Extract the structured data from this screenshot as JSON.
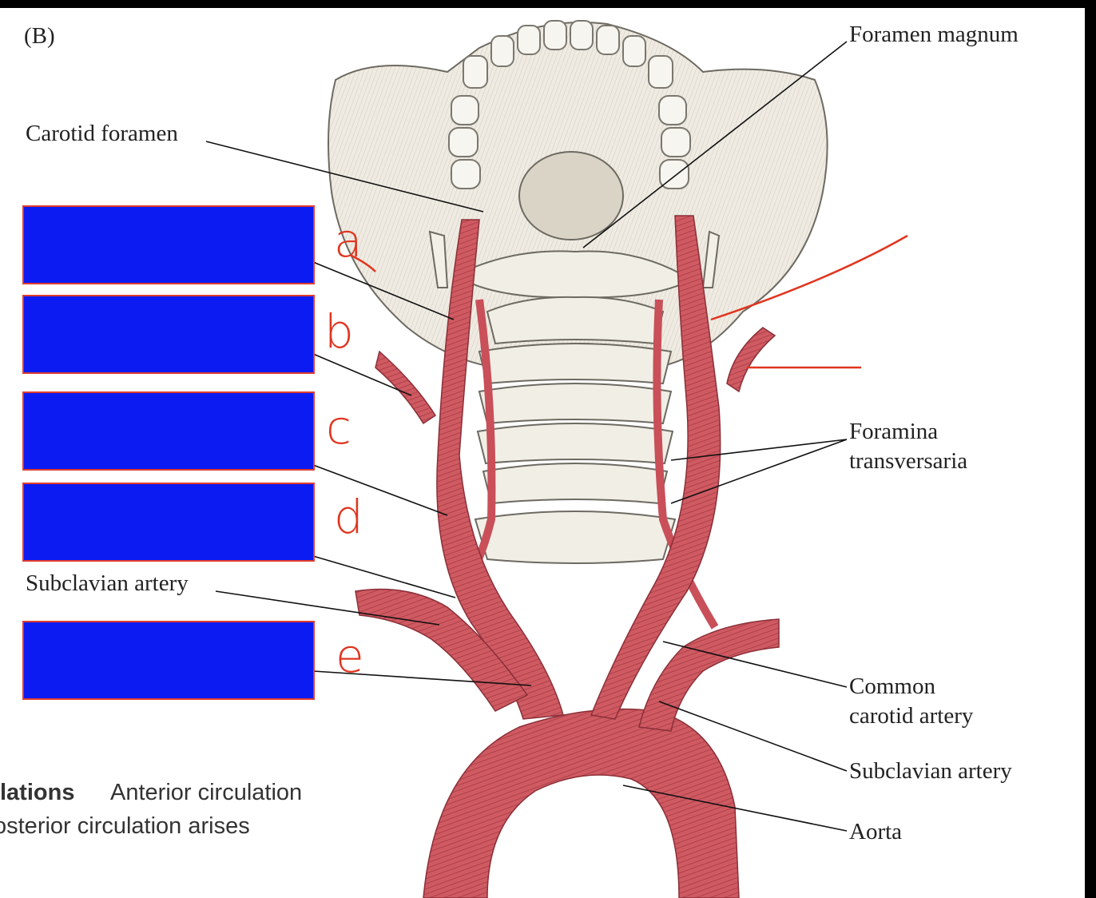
{
  "figure": {
    "panel_label": "(B)",
    "labels": {
      "carotid_foramen": "Carotid foramen",
      "foramen_magnum": "Foramen magnum",
      "foramina_line1": "Foramina",
      "foramina_line2": "transversaria",
      "subclavian_left": "Subclavian artery",
      "common_line1": "Common",
      "common_line2": "carotid artery",
      "subclavian_right": "Subclavian artery",
      "aorta": "Aorta"
    },
    "handwritten": [
      "a",
      "b",
      "c",
      "d",
      "e"
    ],
    "colors": {
      "artery": "#c9545d",
      "answer_box": "#0b1bf2",
      "annotation": "#e0351f",
      "bone": "#eeeae0"
    }
  },
  "caption": {
    "line1_bold": "lations",
    "line1_rest": "Anterior circulation",
    "line2": "osterior circulation arises"
  }
}
